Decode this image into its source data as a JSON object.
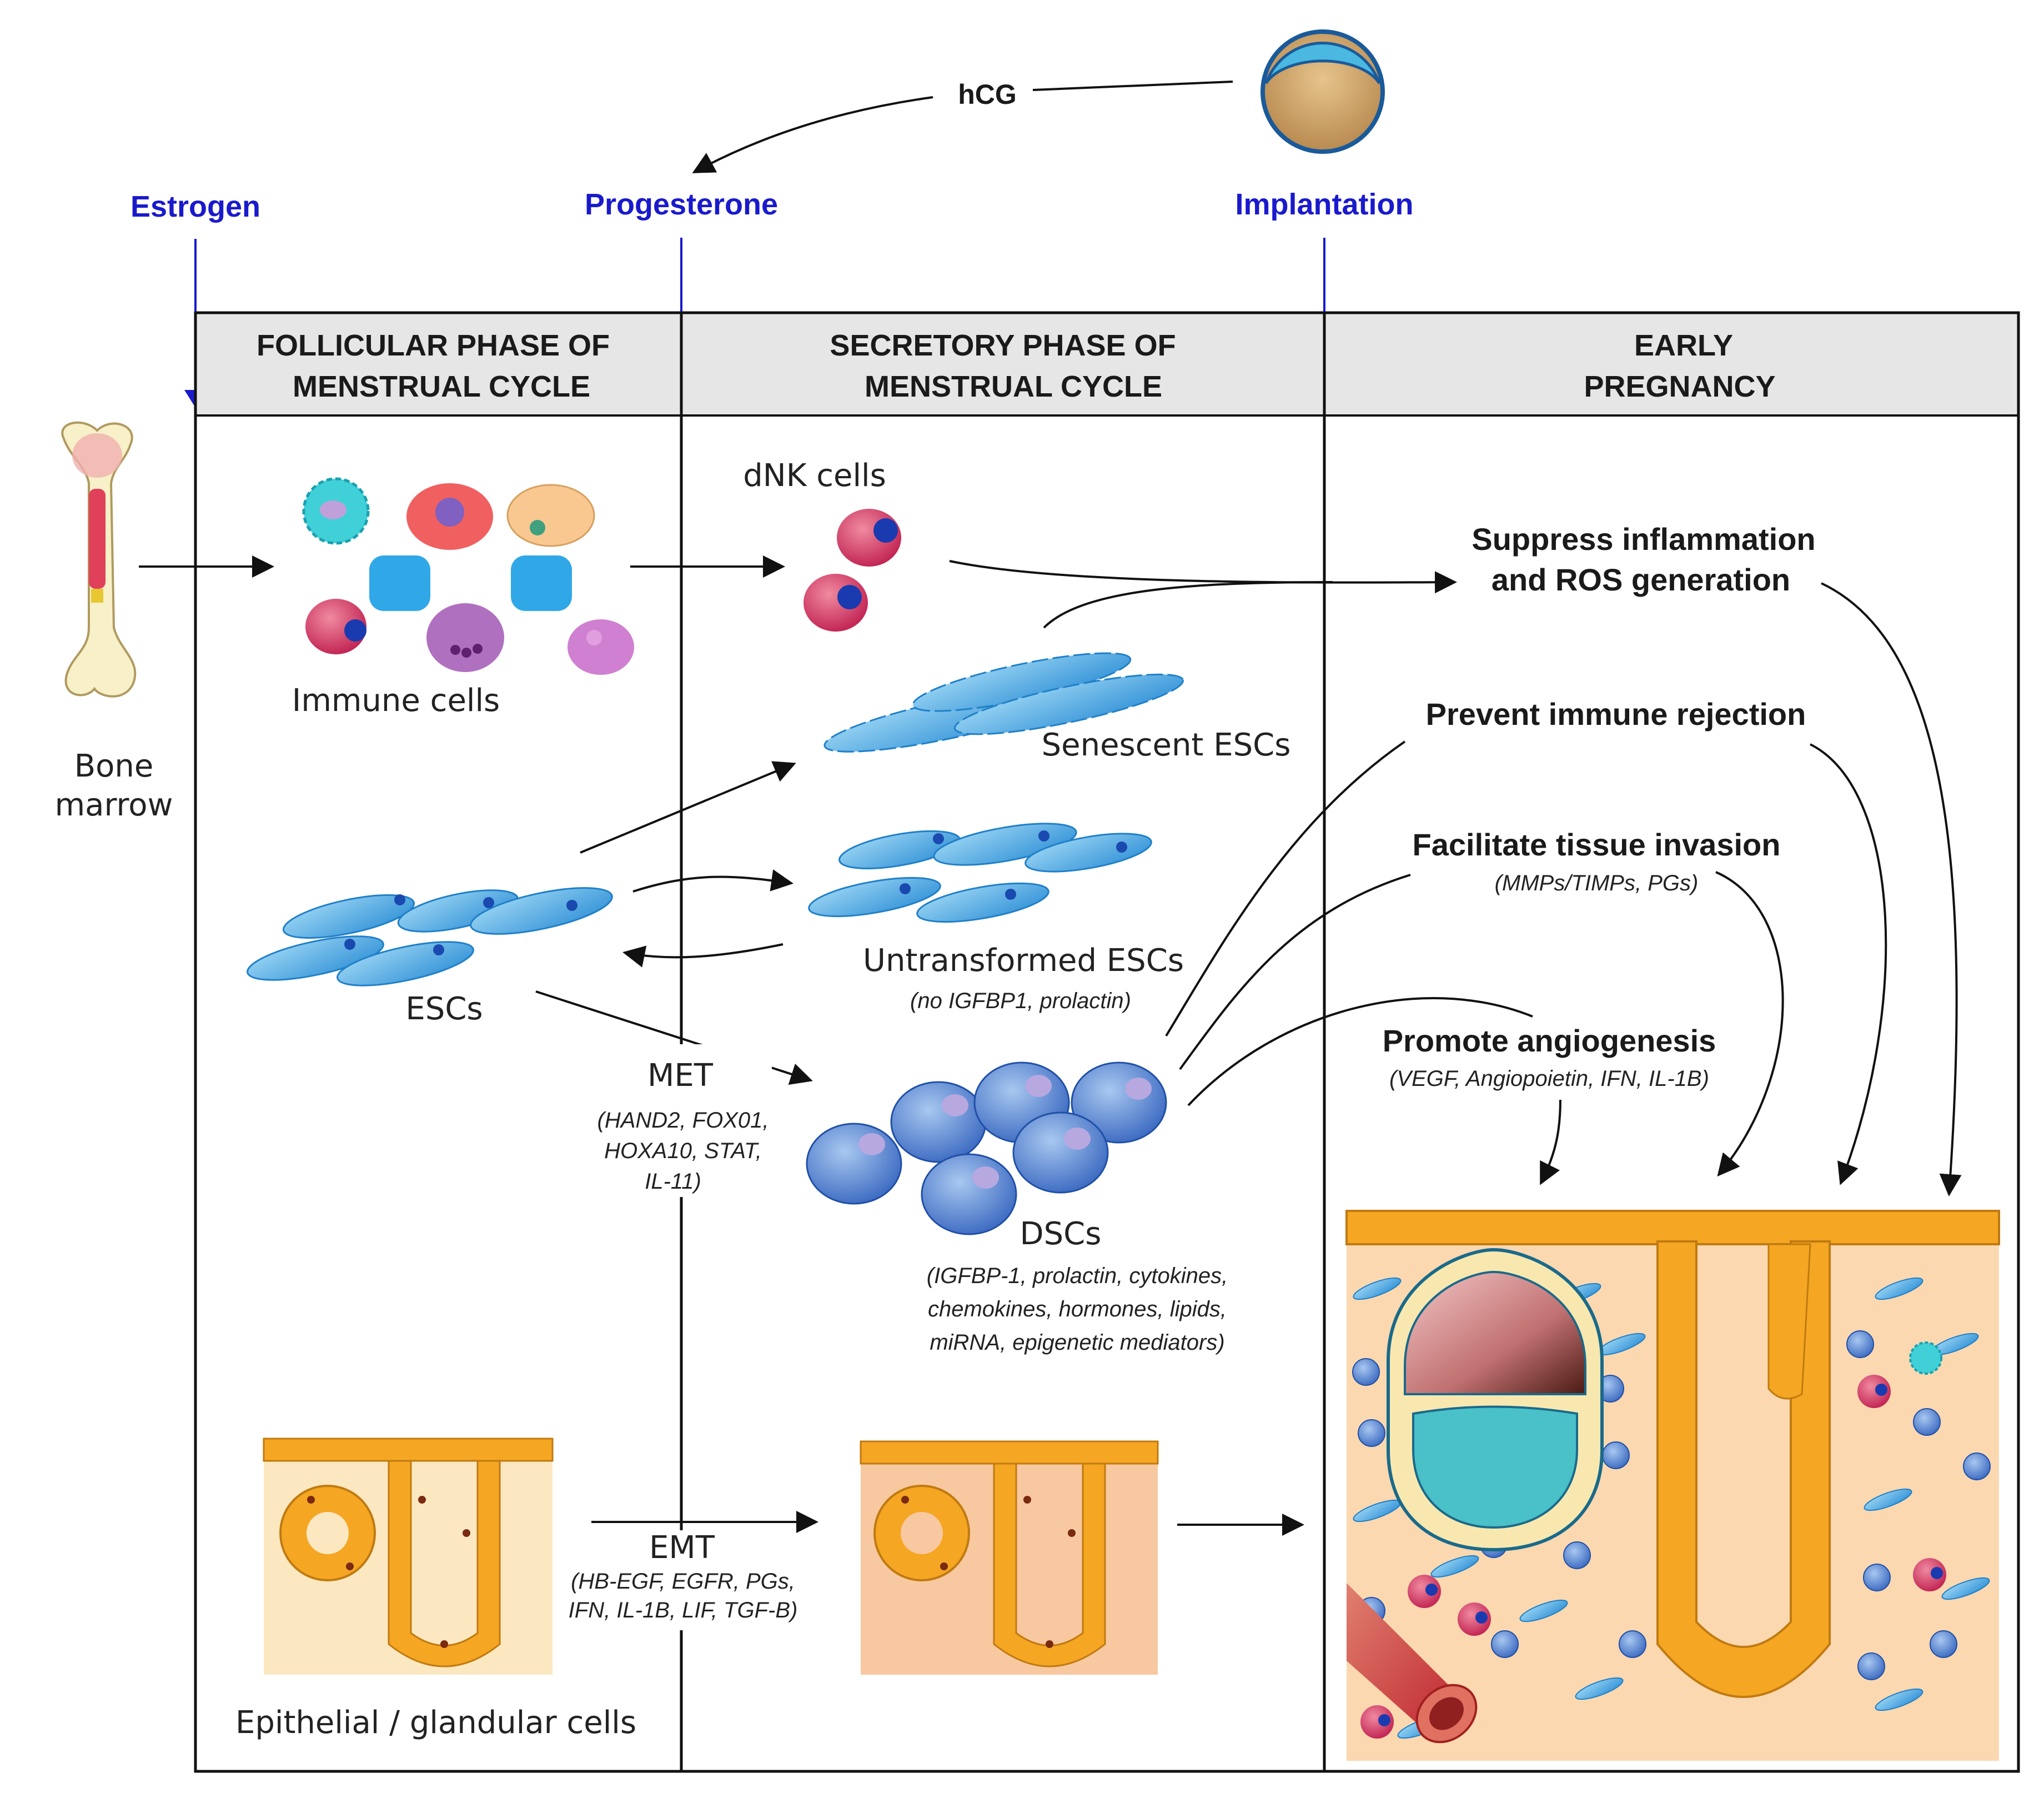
{
  "hormones": {
    "hcg": "hCG",
    "estrogen": "Estrogen",
    "progesterone": "Progesterone",
    "implantation": "Implantation"
  },
  "headers": {
    "follicular_1": "FOLLICULAR PHASE OF",
    "follicular_2": "MENSTRUAL CYCLE",
    "secretory_1": "SECRETORY PHASE OF",
    "secretory_2": "MENSTRUAL CYCLE",
    "pregnancy_1": "EARLY",
    "pregnancy_2": "PREGNANCY"
  },
  "labels": {
    "bone_1": "Bone",
    "bone_2": "marrow",
    "immune": "Immune cells",
    "dnk": "dNK cells",
    "senescent": "Senescent ESCs",
    "escs": "ESCs",
    "untransformed": "Untransformed ESCs",
    "untransformed_note": "(no IGFBP1, prolactin)",
    "met": "MET",
    "met_1": "(HAND2, FOX01,",
    "met_2": "HOXA10, STAT,",
    "met_3": "IL-11)",
    "dscs": "DSCs",
    "dscs_1": "(IGFBP-1, prolactin, cytokines,",
    "dscs_2": "chemokines, hormones, lipids,",
    "dscs_3": "miRNA, epigenetic mediators)",
    "emt": "EMT",
    "emt_1": "(HB-EGF, EGFR, PGs,",
    "emt_2": "IFN, IL-1B, LIF, TGF-B)",
    "epithelial": "Epithelial / glandular cells"
  },
  "outcomes": {
    "suppress_1": "Suppress inflammation",
    "suppress_2": "and ROS generation",
    "prevent": "Prevent immune rejection",
    "invasion": "Facilitate tissue invasion",
    "invasion_note": "(MMPs/TIMPs, PGs)",
    "angio": "Promote angiogenesis",
    "angio_note": "(VEGF, Angiopoietin, IFN, IL-1B)"
  },
  "colors": {
    "hormone_blue": "#1a1acc",
    "header_gray": "#e6e6e6",
    "cell_blue": "#3aa0e0",
    "dnk_red": "#d0305a",
    "epithelium_orange": "#f5a623"
  }
}
